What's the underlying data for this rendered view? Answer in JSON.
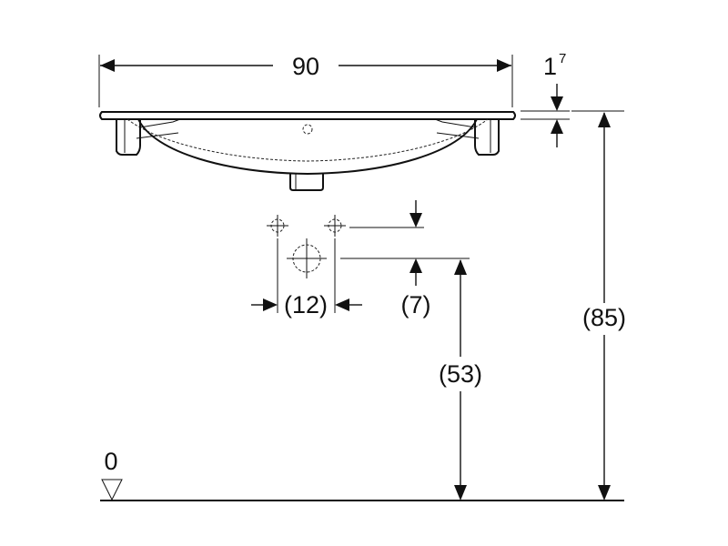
{
  "dimensions": {
    "width": "90",
    "rim_main": "1",
    "rim_sup": "7",
    "tap_spacing": "(12)",
    "tap_drop": "(7)",
    "outlet_height": "(53)",
    "total_height": "(85)",
    "floor_level": "0"
  }
}
